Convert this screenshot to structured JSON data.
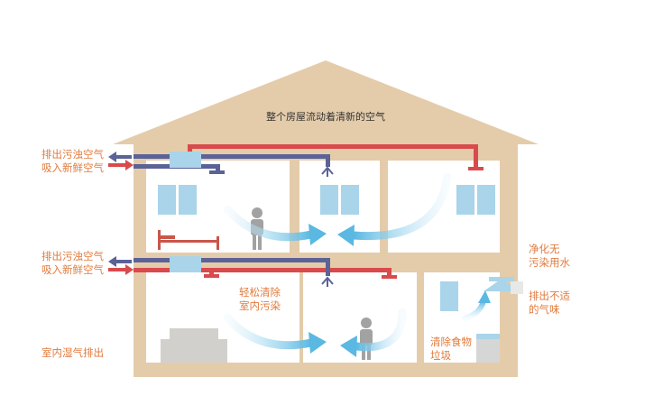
{
  "title": "整个房屋流动着清新的空气",
  "labels": {
    "exhaust_upper": "排出污浊空气",
    "intake_upper": "吸入新鲜空气",
    "exhaust_lower": "排出污浊空气",
    "intake_lower": "吸入新鲜空气",
    "humidity": "室内湿气排出",
    "clean_indoor_1": "轻松清除",
    "clean_indoor_2": "室内污染",
    "purify_1": "净化无",
    "purify_2": "污染用水",
    "odor_1": "排出不适",
    "odor_2": "的气味",
    "food_1": "清除食物",
    "food_2": "垃圾"
  },
  "colors": {
    "wall": "#e4ccaa",
    "exhaust_duct": "#5b6296",
    "fresh_duct": "#d94a4c",
    "airflow": "#7cc7e8",
    "text_orange": "#e07a3c",
    "window": "#a9d4ea"
  }
}
